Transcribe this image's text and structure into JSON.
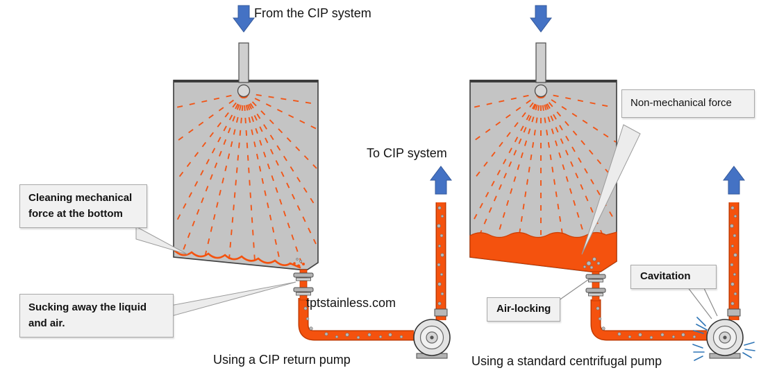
{
  "diagram": {
    "labels": {
      "from_cip": "From the CIP system",
      "to_cip": "To CIP system",
      "watermark": "tptstainless.com",
      "caption_left": "Using a CIP return pump",
      "caption_right": "Using a standard centrifugal pump"
    },
    "callouts": {
      "cleaning": "Cleaning mechanical force at the bottom",
      "sucking": "Sucking away the liquid and air.",
      "non_mechanical": "Non-mechanical force",
      "air_locking": "Air-locking",
      "cavitation": "Cavitation"
    },
    "colors": {
      "arrow_blue": "#4472c4",
      "liquid_orange": "#f4520e",
      "tank_gray": "#c4c4c4",
      "callout_bg": "#f1f1f1"
    }
  }
}
